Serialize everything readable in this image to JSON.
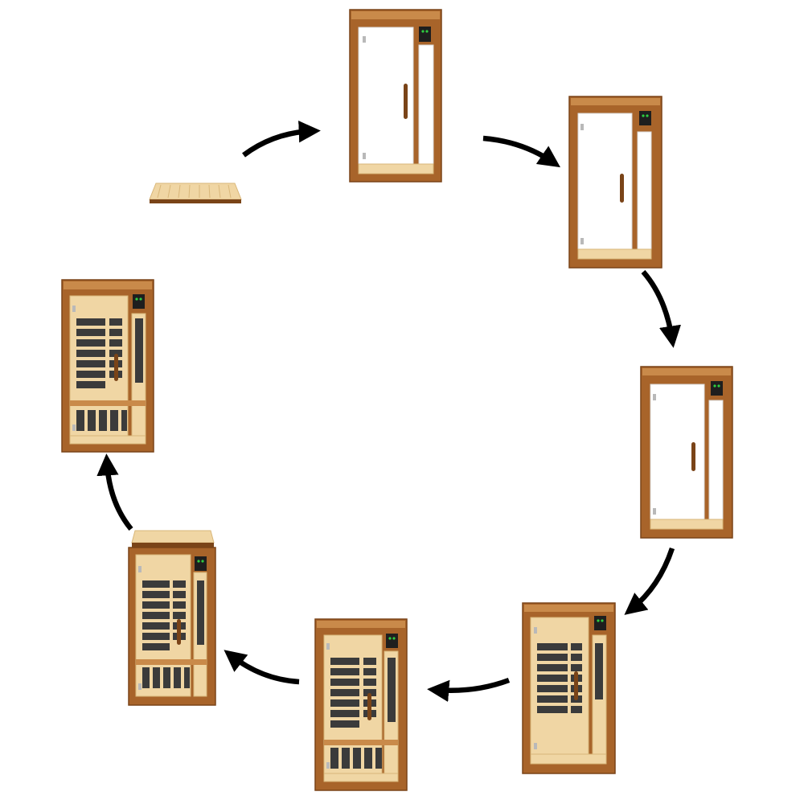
{
  "diagram": {
    "kind": "assembly-sequence",
    "flow_direction": "clockwise",
    "colors": {
      "background": "#ffffff",
      "frame": "#a8642a",
      "frame_dark": "#7a4418",
      "frame_light": "#c98a4a",
      "wood_panel": "#f0d6a4",
      "wood_grain": "#d9b77a",
      "glass": "#ffffff",
      "glass_edge": "#d8d8d8",
      "heater": "#3b3b3b",
      "control_panel": "#1e1e1e",
      "control_led": "#2ecc40",
      "arrow": "#000000"
    },
    "steps": [
      {
        "name": "floor-base",
        "shows": "floor"
      },
      {
        "name": "back-wall-frame",
        "shows": "frame-empty"
      },
      {
        "name": "side-walls-added",
        "shows": "frame-sides"
      },
      {
        "name": "front-frame-added",
        "shows": "frame-front"
      },
      {
        "name": "interior-panels-heaters",
        "shows": "interior-heaters"
      },
      {
        "name": "bench-and-door",
        "shows": "bench-door"
      },
      {
        "name": "roof-placement",
        "shows": "roof-lift"
      },
      {
        "name": "completed-sauna",
        "shows": "complete"
      }
    ],
    "arrow_count": 7
  }
}
